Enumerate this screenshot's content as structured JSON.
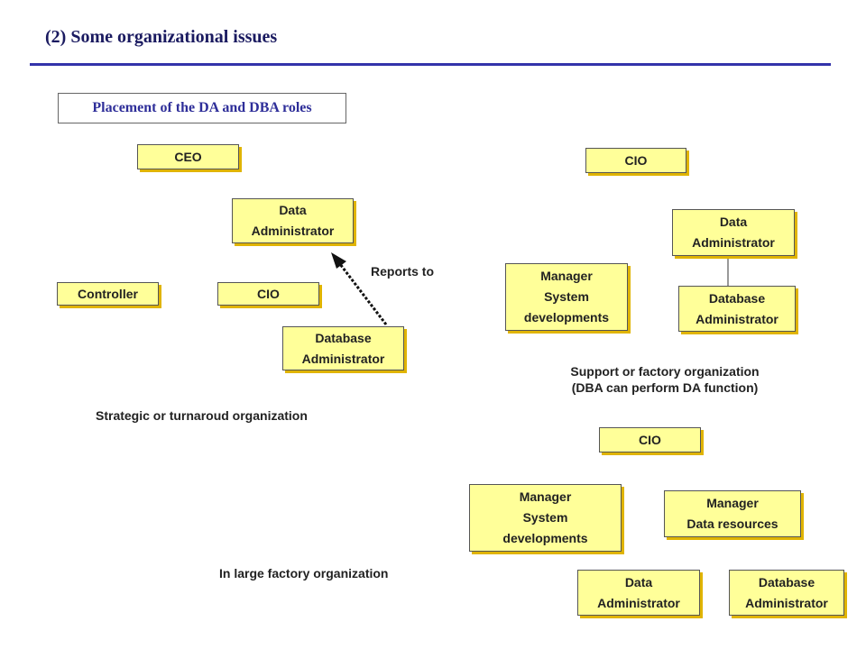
{
  "title": "(2) Some organizational issues",
  "subtitle": "Placement of the DA and DBA roles",
  "left": {
    "ceo": "CEO",
    "data_admin": [
      "Data",
      "Administrator"
    ],
    "controller": "Controller",
    "cio": "CIO",
    "db_admin": [
      "Database",
      "Administrator"
    ],
    "reports_to": "Reports to",
    "caption": "Strategic or turnaroud organization"
  },
  "right_top": {
    "cio": "CIO",
    "data_admin": [
      "Data",
      "Administrator"
    ],
    "manager": [
      "Manager",
      "System",
      "developments"
    ],
    "db_admin": [
      "Database",
      "Administrator"
    ],
    "caption": [
      "Support or factory organization",
      "(DBA can perform DA function)"
    ]
  },
  "right_bottom": {
    "cio": "CIO",
    "manager_sys": [
      "Manager",
      "System",
      "developments"
    ],
    "manager_data": [
      "Manager",
      "Data resources"
    ],
    "data_admin": [
      "Data",
      "Administrator"
    ],
    "db_admin": [
      "Database",
      "Administrator"
    ]
  },
  "bottom_caption": "In large factory organization",
  "colors": {
    "box_fill": "#ffff99",
    "box_shadow": "#e0b400",
    "title_rule": "#3333aa"
  }
}
